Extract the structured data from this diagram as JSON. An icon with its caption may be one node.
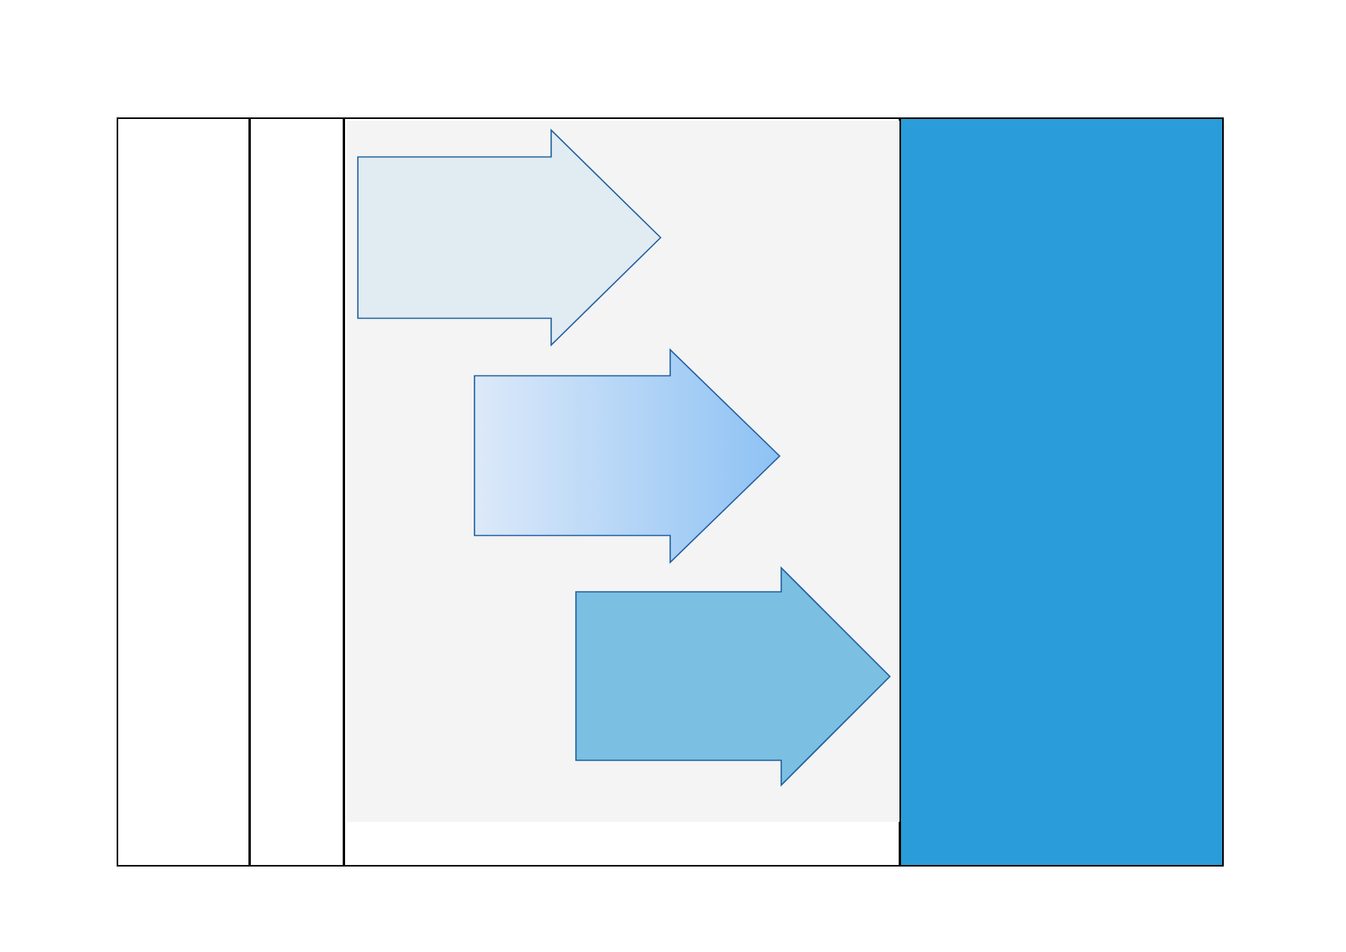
{
  "diagram": {
    "nodes": [
      {
        "text": [],
        "shape": "box"
      },
      {
        "text": [],
        "shape": "box"
      },
      {
        "text": [],
        "shape": "box"
      },
      {
        "text": [],
        "shape": "box",
        "in": 2
      },
      {
        "text": [],
        "shape": "arrow",
        "in": 3
      },
      {
        "text": [],
        "shape": "arrow",
        "in": 3
      },
      {
        "text": [],
        "shape": "arrow",
        "in": 3
      },
      {
        "text": [],
        "shape": "box"
      }
    ]
  }
}
